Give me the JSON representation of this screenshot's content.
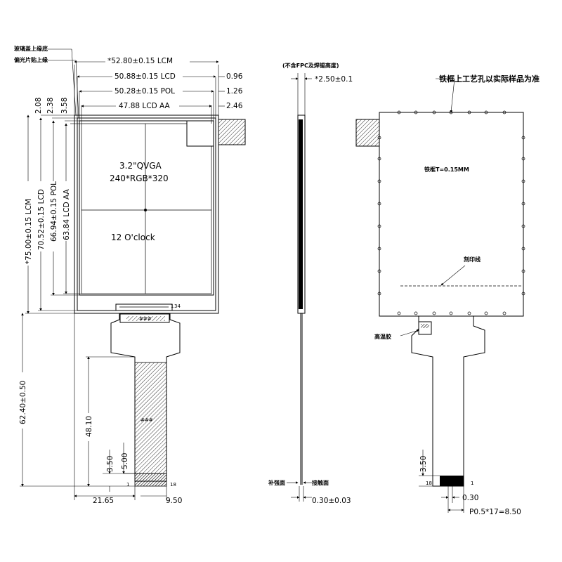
{
  "notes": {
    "glass_top": "玻璃盖上缘底",
    "polarizer_top": "偏光片贴上缘",
    "no_fpc": "(不含FPC及焊锡高度)",
    "frame_hole": "铁框上工艺孔以实际样品为准",
    "frame_thickness": "铁框T=0.15MM",
    "engraved_line": "刻印线",
    "high_temp_tape": "高温胶",
    "bonding_face": "补强面",
    "contact_face": "接触面"
  },
  "front": {
    "spec_1": "3.2\"QVGA",
    "spec_2": "240*RGB*320",
    "orientation": "12  O'clock",
    "pin_top": "1",
    "pin_top_b": "34",
    "pin_bottom_left": "1",
    "pin_bottom_right": "18",
    "fpc_mark_1": "###",
    "fpc_mark_2": "###"
  },
  "dims": {
    "lcm_w": "*52.80±0.15 LCM",
    "lcd_w": "50.88±0.15 LCD",
    "pol_w": "50.28±0.15 POL",
    "aa_w": "47.88 LCD AA",
    "r_096": "0.96",
    "r_126": "1.26",
    "r_246": "2.46",
    "v_208": "2.08",
    "v_238": "2.38",
    "v_358": "3.58",
    "lcm_h": "*75.00±0.15 LCM",
    "lcd_h": "70.52±0.15 LCD",
    "pol_h": "66.94±0.15 POL",
    "aa_h": "63.84 LCD AA",
    "fpc_len": "62.40±0.50",
    "fpc_48": "48.10",
    "d_350": "3.50",
    "d_500": "5.00",
    "d_2165": "21.65",
    "d_950": "9.50",
    "side_thk": "*2.50±0.1",
    "side_fpc": "0.30±0.03",
    "back_350": "3.50",
    "back_030": "0.30",
    "pitch": "P0.5*17=8.50",
    "back_pin_18": "18",
    "back_pin_1": "1"
  }
}
